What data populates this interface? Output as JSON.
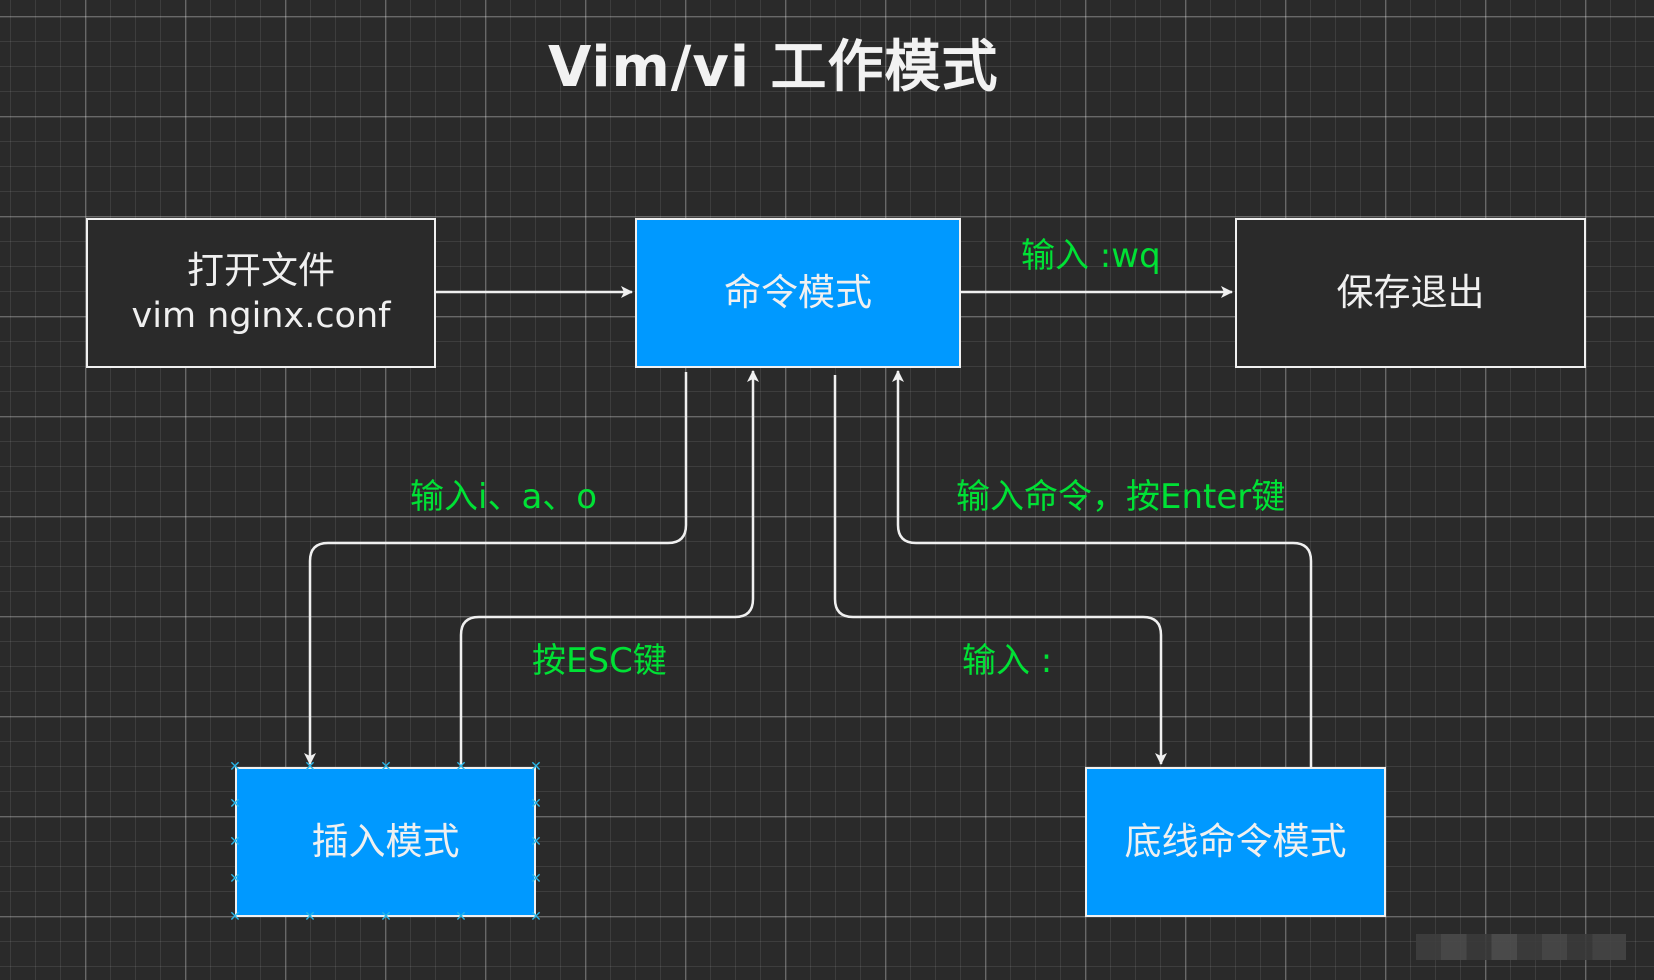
{
  "title": "Vim/vi 工作模式",
  "nodes": {
    "open_file": {
      "line1": "打开文件",
      "line2": "vim nginx.conf"
    },
    "command_mode": {
      "label": "命令模式"
    },
    "save_quit": {
      "label": "保存退出"
    },
    "insert_mode": {
      "label": "插入模式"
    },
    "last_line_mode": {
      "label": "底线命令模式"
    }
  },
  "edge_labels": {
    "to_save": "输入 :wq",
    "to_insert": "输入i、a、o",
    "insert_to_command": "按ESC键",
    "to_last_line": "输入 :",
    "last_line_to_command": "输入命令，按Enter键"
  },
  "colors": {
    "background": "#2a2a2a",
    "mode_box": "#0099ff",
    "edge_label": "#00e135",
    "edge": "#f0f0f0",
    "selection_handle": "#29b6e8"
  },
  "selected_node": "insert_mode"
}
